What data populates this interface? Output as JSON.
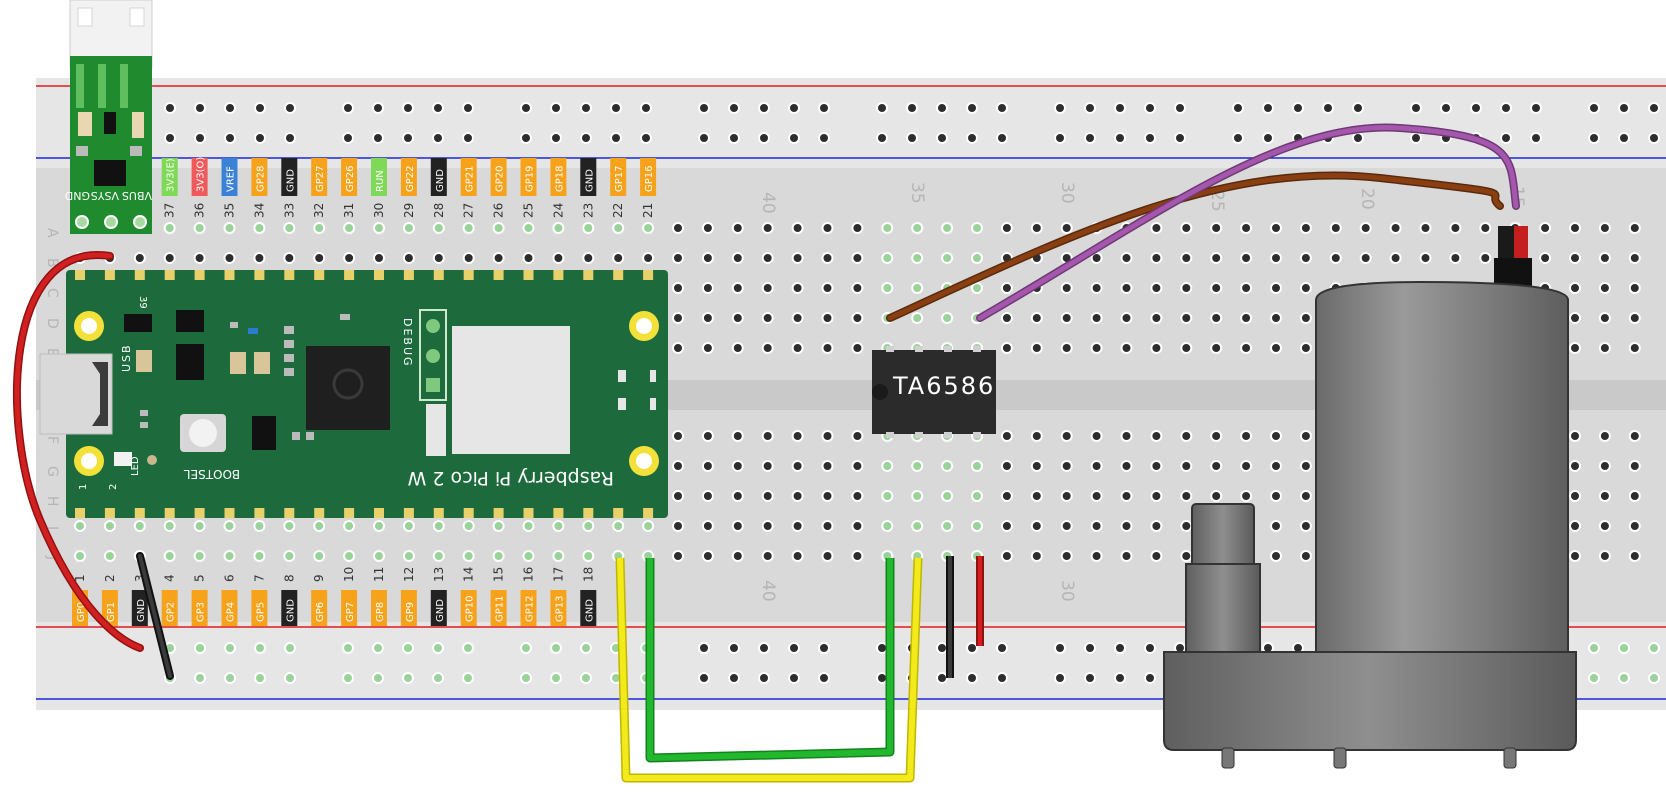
{
  "board": {
    "name": "Raspberry Pi Pico 2 W",
    "bootsel": "BOOTSEL",
    "debug": "DEBUG",
    "usb": "USB",
    "led": "LED",
    "pin_one": "1",
    "pin_two": "2",
    "pin_thirtynine": "39"
  },
  "power_module": {
    "labels": [
      "GND",
      "VSYS",
      "VBUS"
    ]
  },
  "chip": {
    "label": "TA6586"
  },
  "breadboard": {
    "row_letters_top": [
      "A",
      "B",
      "C",
      "D",
      "E"
    ],
    "row_letters_bottom": [
      "F",
      "G",
      "H",
      "I",
      "J"
    ],
    "column_numbers_top": [
      "40",
      "35",
      "30",
      "25",
      "20",
      "15"
    ],
    "column_numbers_bottom": [
      "40",
      "30"
    ]
  },
  "top_pins": [
    {
      "num": "37",
      "label": "3V3(E)",
      "color": "#7ed957"
    },
    {
      "num": "36",
      "label": "3V3(O)",
      "color": "#f05a5a"
    },
    {
      "num": "35",
      "label": "VREF",
      "color": "#3b82d6"
    },
    {
      "num": "34",
      "label": "GP28",
      "color": "#f7a21b"
    },
    {
      "num": "33",
      "label": "GND",
      "color": "#222222"
    },
    {
      "num": "32",
      "label": "GP27",
      "color": "#f7a21b"
    },
    {
      "num": "31",
      "label": "GP26",
      "color": "#f7a21b"
    },
    {
      "num": "30",
      "label": "RUN",
      "color": "#7ed957"
    },
    {
      "num": "29",
      "label": "GP22",
      "color": "#f7a21b"
    },
    {
      "num": "28",
      "label": "GND",
      "color": "#222222"
    },
    {
      "num": "27",
      "label": "GP21",
      "color": "#f7a21b"
    },
    {
      "num": "26",
      "label": "GP20",
      "color": "#f7a21b"
    },
    {
      "num": "25",
      "label": "GP19",
      "color": "#f7a21b"
    },
    {
      "num": "24",
      "label": "GP18",
      "color": "#f7a21b"
    },
    {
      "num": "23",
      "label": "GND",
      "color": "#222222"
    },
    {
      "num": "22",
      "label": "GP17",
      "color": "#f7a21b"
    },
    {
      "num": "21",
      "label": "GP16",
      "color": "#f7a21b"
    }
  ],
  "bottom_pins": [
    {
      "num": "1",
      "label": "GP0",
      "color": "#f7a21b"
    },
    {
      "num": "2",
      "label": "GP1",
      "color": "#f7a21b"
    },
    {
      "num": "3",
      "label": "GND",
      "color": "#222222"
    },
    {
      "num": "4",
      "label": "GP2",
      "color": "#f7a21b"
    },
    {
      "num": "5",
      "label": "GP3",
      "color": "#f7a21b"
    },
    {
      "num": "6",
      "label": "GP4",
      "color": "#f7a21b"
    },
    {
      "num": "7",
      "label": "GP5",
      "color": "#f7a21b"
    },
    {
      "num": "8",
      "label": "GND",
      "color": "#222222"
    },
    {
      "num": "9",
      "label": "GP6",
      "color": "#f7a21b"
    },
    {
      "num": "10",
      "label": "GP7",
      "color": "#f7a21b"
    },
    {
      "num": "11",
      "label": "GP8",
      "color": "#f7a21b"
    },
    {
      "num": "12",
      "label": "GP9",
      "color": "#f7a21b"
    },
    {
      "num": "13",
      "label": "GND",
      "color": "#222222"
    },
    {
      "num": "14",
      "label": "GP10",
      "color": "#f7a21b"
    },
    {
      "num": "15",
      "label": "GP11",
      "color": "#f7a21b"
    },
    {
      "num": "16",
      "label": "GP12",
      "color": "#f7a21b"
    },
    {
      "num": "17",
      "label": "GP13",
      "color": "#f7a21b"
    },
    {
      "num": "18",
      "label": "GND",
      "color": "#222222"
    }
  ],
  "wire_colors": {
    "red": "#d21f1f",
    "black": "#1e1e1e",
    "yellow": "#f2ea1a",
    "green": "#21b82e",
    "brown": "#8a3f12",
    "purple": "#a457ac"
  }
}
